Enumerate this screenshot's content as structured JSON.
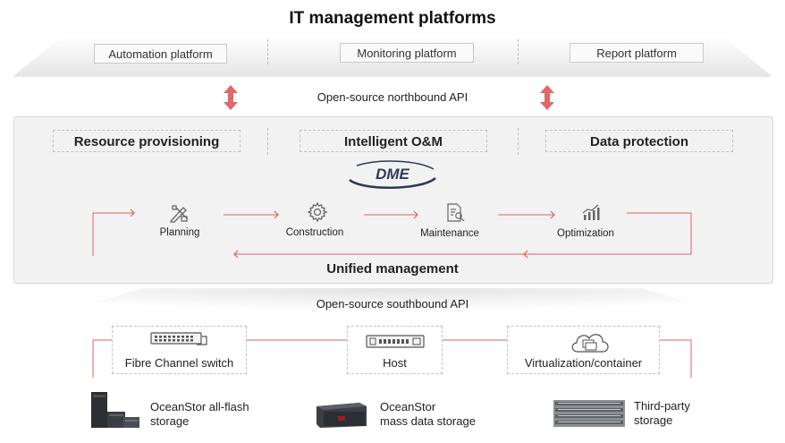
{
  "title": "IT management platforms",
  "platforms": [
    "Automation platform",
    "Monitoring platform",
    "Report platform"
  ],
  "northbound_api": "Open-source northbound API",
  "capabilities": [
    "Resource provisioning",
    "Intelligent O&M",
    "Data protection"
  ],
  "logo_text": "DME",
  "steps": [
    {
      "label": "Planning",
      "icon": "planning-icon"
    },
    {
      "label": "Construction",
      "icon": "gear-icon"
    },
    {
      "label": "Maintenance",
      "icon": "document-search-icon"
    },
    {
      "label": "Optimization",
      "icon": "bar-chart-icon"
    }
  ],
  "unified_management": "Unified management",
  "southbound_api": "Open-source southbound API",
  "devices": [
    {
      "label": "Fibre Channel switch",
      "icon": "switch-icon"
    },
    {
      "label": "Host",
      "icon": "server-icon"
    },
    {
      "label": "Virtualization/container",
      "icon": "cloud-icon"
    }
  ],
  "storage": [
    {
      "line1": "OceanStor all-flash",
      "line2": "storage",
      "icon": "allflash-storage-icon"
    },
    {
      "line1": "OceanStor",
      "line2": "mass data storage",
      "icon": "mass-storage-icon"
    },
    {
      "line1": "Third-party",
      "line2": "storage",
      "icon": "thirdparty-storage-icon"
    }
  ],
  "colors": {
    "accent": "#e05a5a",
    "panel": "#f2f2f2",
    "border": "#d9d9d9"
  }
}
